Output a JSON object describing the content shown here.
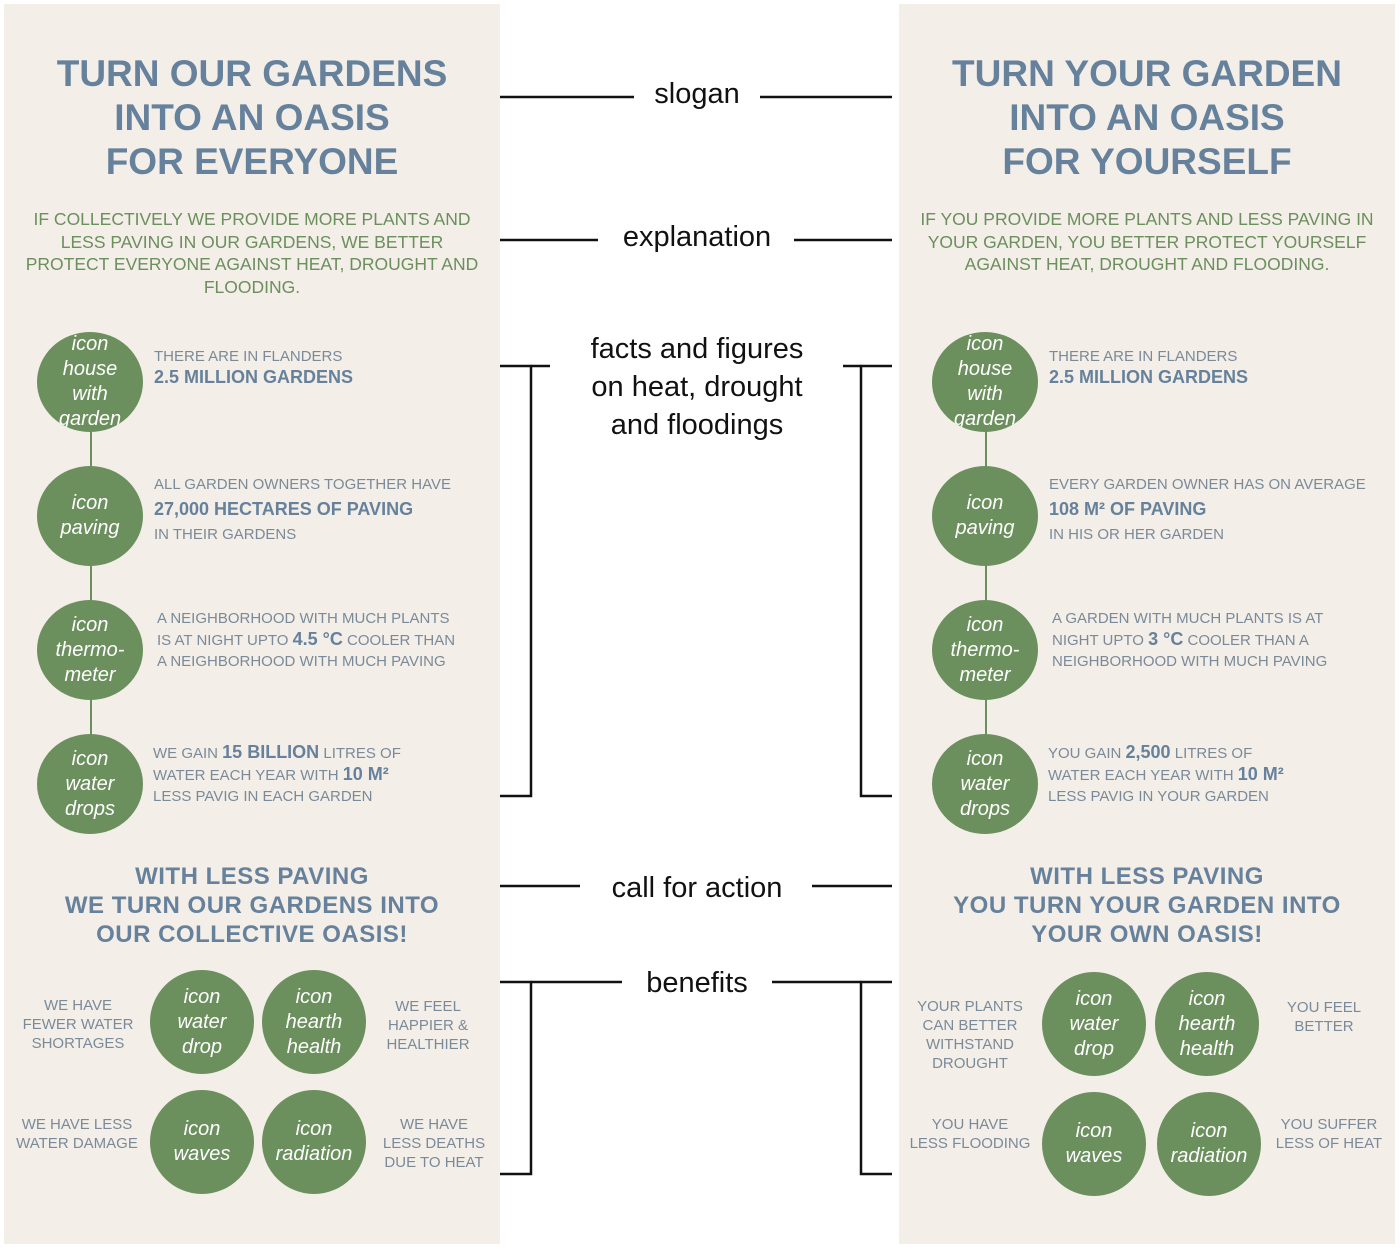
{
  "left": {
    "slogan": [
      "TURN OUR GARDENS",
      "INTO AN OASIS",
      "FOR EVERYONE"
    ],
    "explanation": "IF COLLECTIVELY WE PROVIDE MORE PLANTS AND LESS PAVING IN OUR GARDENS, WE BETTER PROTECT EVERYONE AGAINST HEAT, DROUGHT AND FLOODING.",
    "facts": [
      {
        "icon": [
          "icon",
          "house",
          "with",
          "garden"
        ],
        "pre": "THERE ARE IN FLANDERS",
        "bold": "2.5 MILLION GARDENS"
      },
      {
        "icon": [
          "icon",
          "paving"
        ],
        "pre": "ALL GARDEN OWNERS TOGETHER HAVE",
        "bold": "27,000 HECTARES OF PAVING",
        "post": "IN THEIR GARDENS"
      },
      {
        "icon": [
          "icon",
          "thermo-",
          "meter"
        ],
        "l1": "A NEIGHBORHOOD WITH MUCH PLANTS",
        "l2a": "IS AT NIGHT UPTO ",
        "l2b": "4.5 °C",
        "l2c": " COOLER THAN",
        "l3": "A NEIGHBORHOOD WITH MUCH PAVING"
      },
      {
        "icon": [
          "icon",
          "water",
          "drops"
        ],
        "l1a": "WE GAIN ",
        "l1b": "15 BILLION",
        "l1c": " LITRES OF",
        "l2a": "WATER EACH YEAR WITH ",
        "l2b": "10 M²",
        "l3": "LESS PAVIG IN EACH GARDEN"
      }
    ],
    "cta": [
      "WITH LESS PAVING",
      "WE TURN OUR GARDENS INTO",
      "OUR COLLECTIVE OASIS!"
    ],
    "benefits": {
      "icons": [
        [
          "icon",
          "water",
          "drop"
        ],
        [
          "icon",
          "hearth",
          "health"
        ],
        [
          "icon",
          "waves"
        ],
        [
          "icon",
          "radiation"
        ]
      ],
      "texts": [
        [
          "WE HAVE",
          "FEWER WATER",
          "SHORTAGES"
        ],
        [
          "WE FEEL",
          "HAPPIER &",
          "HEALTHIER"
        ],
        [
          "WE HAVE LESS",
          "WATER DAMAGE"
        ],
        [
          "WE HAVE",
          "LESS DEATHS",
          "DUE TO HEAT"
        ]
      ]
    }
  },
  "right": {
    "slogan": [
      "TURN YOUR GARDEN",
      "INTO AN OASIS",
      "FOR YOURSELF"
    ],
    "explanation": "IF YOU PROVIDE MORE PLANTS AND LESS PAVING IN YOUR GARDEN, YOU BETTER PROTECT YOURSELF AGAINST HEAT, DROUGHT AND FLOODING.",
    "facts": [
      {
        "icon": [
          "icon",
          "house",
          "with",
          "garden"
        ],
        "pre": "THERE ARE IN FLANDERS",
        "bold": "2.5 MILLION GARDENS"
      },
      {
        "icon": [
          "icon",
          "paving"
        ],
        "pre": "EVERY GARDEN OWNER HAS ON AVERAGE",
        "bold": "108 M² OF PAVING",
        "post": "IN HIS OR HER GARDEN"
      },
      {
        "icon": [
          "icon",
          "thermo-",
          "meter"
        ],
        "l1": "A GARDEN WITH MUCH PLANTS IS AT",
        "l2a": "NIGHT UPTO ",
        "l2b": "3 °C",
        "l2c": " COOLER THAN A",
        "l3": "NEIGHBORHOOD WITH MUCH PAVING"
      },
      {
        "icon": [
          "icon",
          "water",
          "drops"
        ],
        "l1a": "YOU GAIN ",
        "l1b": "2,500",
        "l1c": " LITRES OF",
        "l2a": "WATER EACH YEAR WITH ",
        "l2b": "10 M²",
        "l3": "LESS PAVIG IN YOUR GARDEN"
      }
    ],
    "cta": [
      "WITH LESS PAVING",
      "YOU TURN YOUR GARDEN INTO",
      "YOUR OWN OASIS!"
    ],
    "benefits": {
      "icons": [
        [
          "icon",
          "water",
          "drop"
        ],
        [
          "icon",
          "hearth",
          "health"
        ],
        [
          "icon",
          "waves"
        ],
        [
          "icon",
          "radiation"
        ]
      ],
      "texts": [
        [
          "YOUR PLANTS",
          "CAN BETTER",
          "WITHSTAND",
          "DROUGHT"
        ],
        [
          "YOU FEEL",
          "BETTER"
        ],
        [
          "YOU HAVE",
          "LESS FLOODING"
        ],
        [
          "YOU SUFFER",
          "LESS OF HEAT"
        ]
      ]
    }
  },
  "center": {
    "slogan": "slogan",
    "explanation": "explanation",
    "facts": [
      "facts and figures",
      "on heat, drought",
      "and floodings"
    ],
    "cta": "call for action",
    "benefits": "benefits"
  },
  "colors": {
    "panel_bg": "#f3eee8",
    "title_blue": "#66819b",
    "green": "#6b8f5d",
    "body_grey": "#7a8a99",
    "line": "#111111"
  }
}
